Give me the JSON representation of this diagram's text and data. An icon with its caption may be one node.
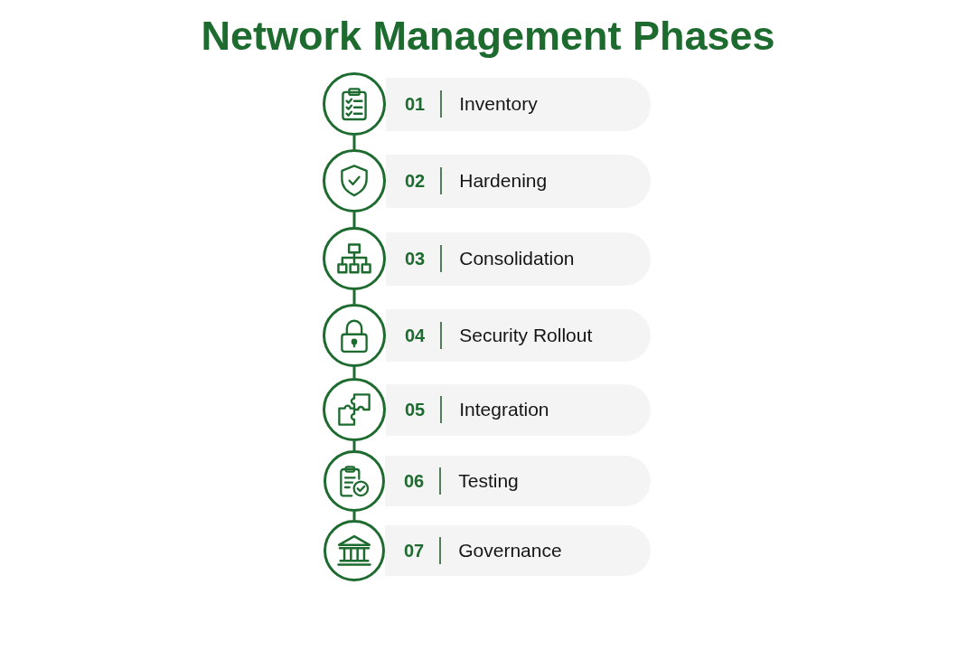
{
  "diagram": {
    "title": "Network Management Phases",
    "nodes": [
      {
        "text": [],
        "shape": "circle"
      },
      {
        "text": [
          "01",
          "Inventory"
        ]
      },
      {
        "text": [],
        "shape": "circle"
      },
      {
        "text": [
          "02",
          "Hardening"
        ]
      },
      {
        "text": [],
        "shape": "circle"
      },
      {
        "text": [
          "03",
          "Consolidation"
        ]
      },
      {
        "text": [],
        "shape": "circle"
      },
      {
        "text": [
          "04",
          "Security Rollout"
        ]
      },
      {
        "text": [],
        "shape": "circle"
      },
      {
        "text": [
          "05",
          "Integration"
        ]
      },
      {
        "text": [],
        "shape": "circle"
      },
      {
        "text": [
          "06",
          "Testing"
        ]
      },
      {
        "text": [],
        "shape": "circle"
      },
      {
        "text": [
          "07",
          "Governance"
        ]
      }
    ],
    "edges": [
      {
        "from": 0,
        "to": 2,
        "arrow": "none"
      },
      {
        "from": 2,
        "to": 4,
        "arrow": "none"
      },
      {
        "from": 4,
        "to": 6,
        "arrow": "none"
      },
      {
        "from": 6,
        "to": 8,
        "arrow": "none"
      },
      {
        "from": 8,
        "to": 10,
        "arrow": "none"
      },
      {
        "from": 10,
        "to": 12,
        "arrow": "none"
      }
    ]
  }
}
